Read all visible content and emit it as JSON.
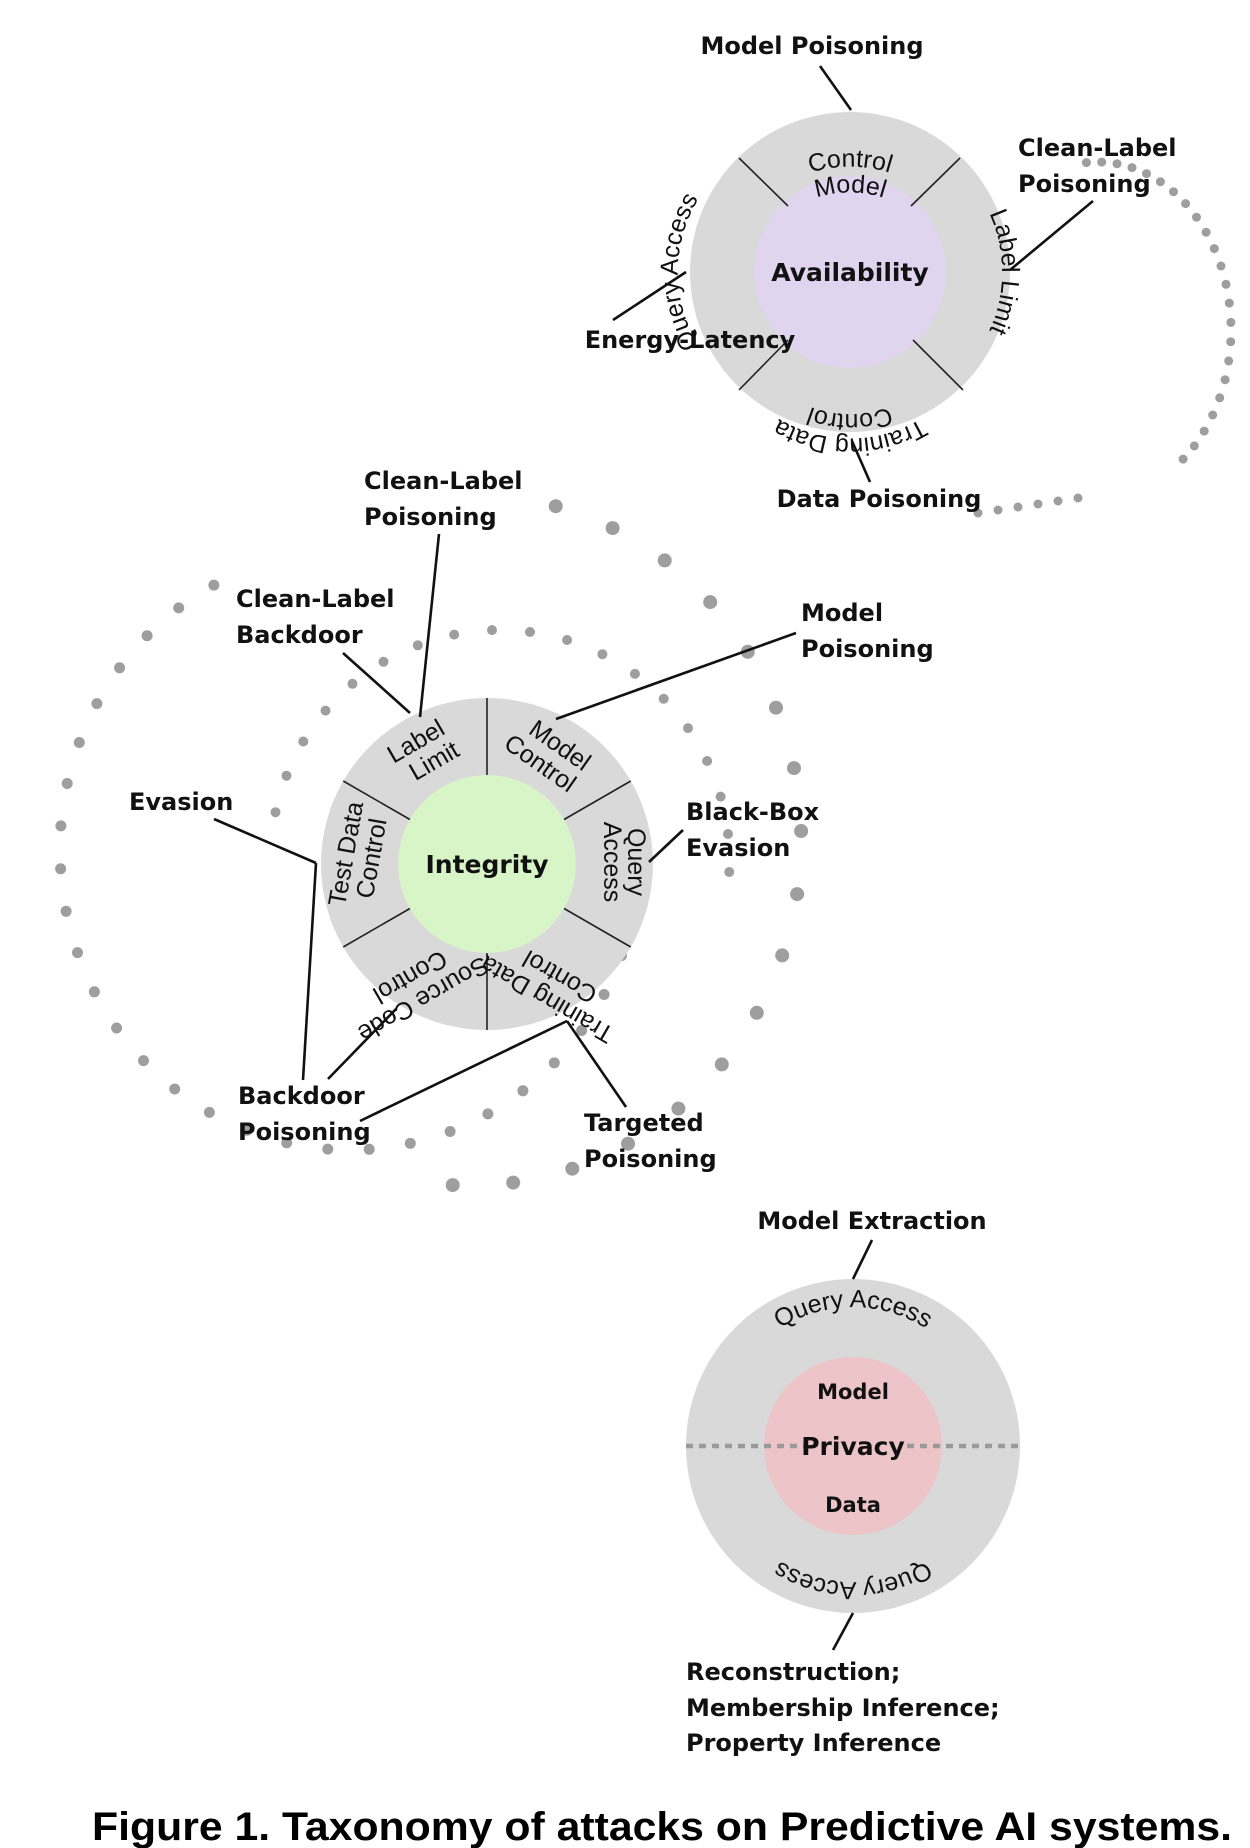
{
  "figure": {
    "caption": "Figure 1. Taxonomy of attacks on Predictive AI systems.",
    "colors": {
      "ring": "#d9d9d9",
      "availability": "#e0d4ee",
      "integrity": "#d8f5c8",
      "privacy": "#edc5c9",
      "dots": "#9e9e9e"
    }
  },
  "availability": {
    "title": "Availability",
    "segments": [
      "Model Control",
      "Label Limit",
      "Training Data Control",
      "Query Access"
    ],
    "attacks": {
      "model_poisoning": "Model Poisoning",
      "clean_label_1": "Clean-Label",
      "clean_label_2": "Poisoning",
      "energy_latency": "Energy-Latency",
      "data_poisoning": "Data Poisoning"
    }
  },
  "integrity": {
    "title": "Integrity",
    "segments": {
      "label_limit_1": "Label",
      "label_limit_2": "Limit",
      "model_control_1": "Model",
      "model_control_2": "Control",
      "query_access_1": "Query",
      "query_access_2": "Access",
      "training_data_1": "Training Data",
      "training_data_2": "Control",
      "source_code_1": "Source Code",
      "source_code_2": "Control",
      "test_data_1": "Test Data",
      "test_data_2": "Control"
    },
    "attacks": {
      "clean_label_poisoning_1": "Clean-Label",
      "clean_label_poisoning_2": "Poisoning",
      "clean_label_backdoor_1": "Clean-Label",
      "clean_label_backdoor_2": "Backdoor",
      "model_poisoning_1": "Model",
      "model_poisoning_2": "Poisoning",
      "evasion": "Evasion",
      "black_box_1": "Black-Box",
      "black_box_2": "Evasion",
      "backdoor_1": "Backdoor",
      "backdoor_2": "Poisoning",
      "targeted_1": "Targeted",
      "targeted_2": "Poisoning"
    }
  },
  "privacy": {
    "title": "Privacy",
    "top_half": "Model",
    "bottom_half": "Data",
    "ring_top": "Query Access",
    "ring_bottom": "Query Access",
    "attacks": {
      "model_extraction": "Model Extraction",
      "line1": "Reconstruction;",
      "line2": "Membership Inference;",
      "line3": "Property Inference"
    }
  }
}
